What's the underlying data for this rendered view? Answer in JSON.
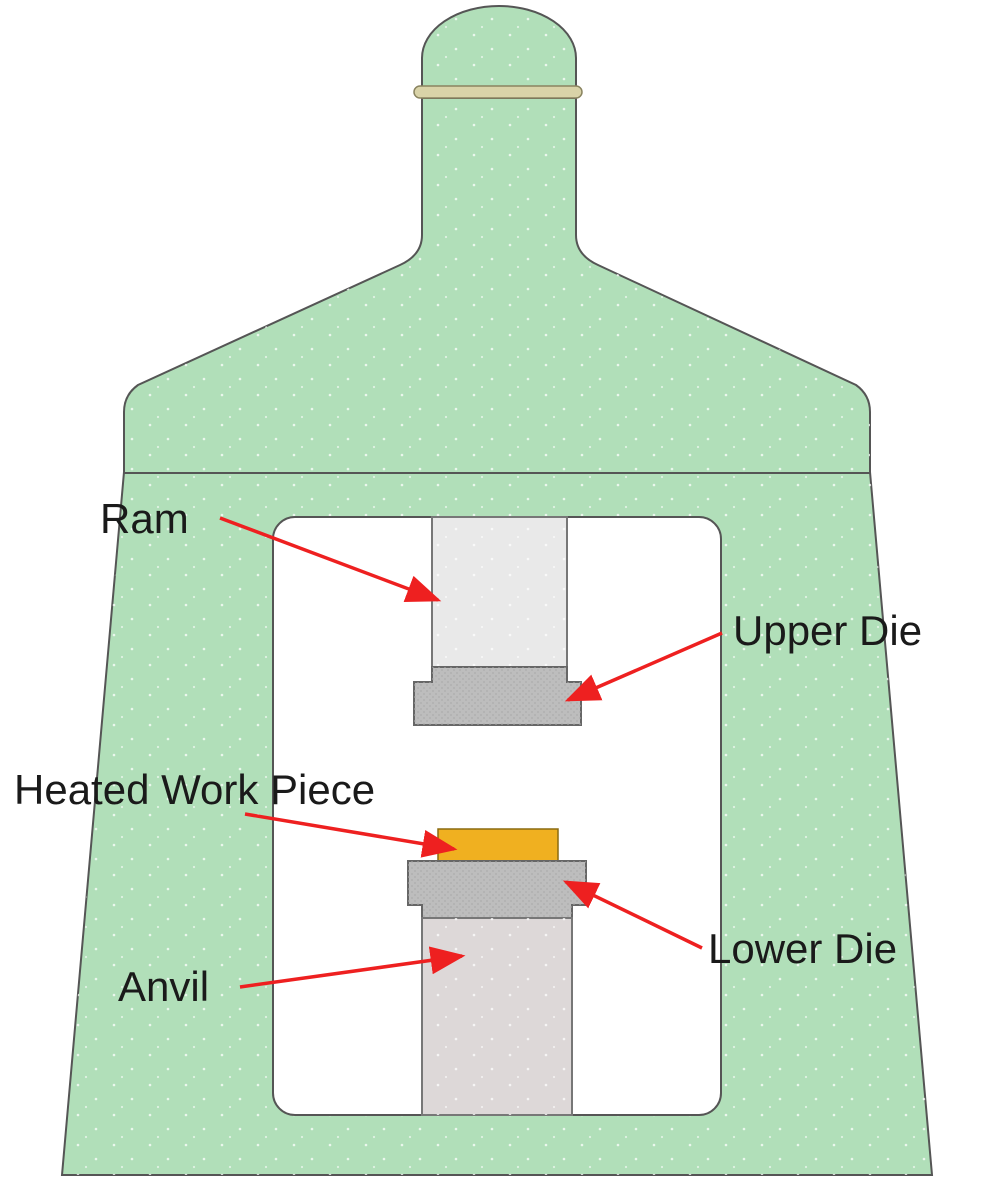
{
  "labels": {
    "ram": "Ram",
    "upper_die": "Upper Die",
    "heated_work_piece": "Heated Work Piece",
    "lower_die": "Lower Die",
    "anvil": "Anvil"
  },
  "colors": {
    "frame": "#b1dfb9",
    "outline": "#555555",
    "ring": "#d9d3a8",
    "ram": "#e9e9e9",
    "die": "#bdbdbd",
    "work_piece": "#f0b020",
    "anvil": "#ddd8d8",
    "arrow": "#ee2020"
  }
}
